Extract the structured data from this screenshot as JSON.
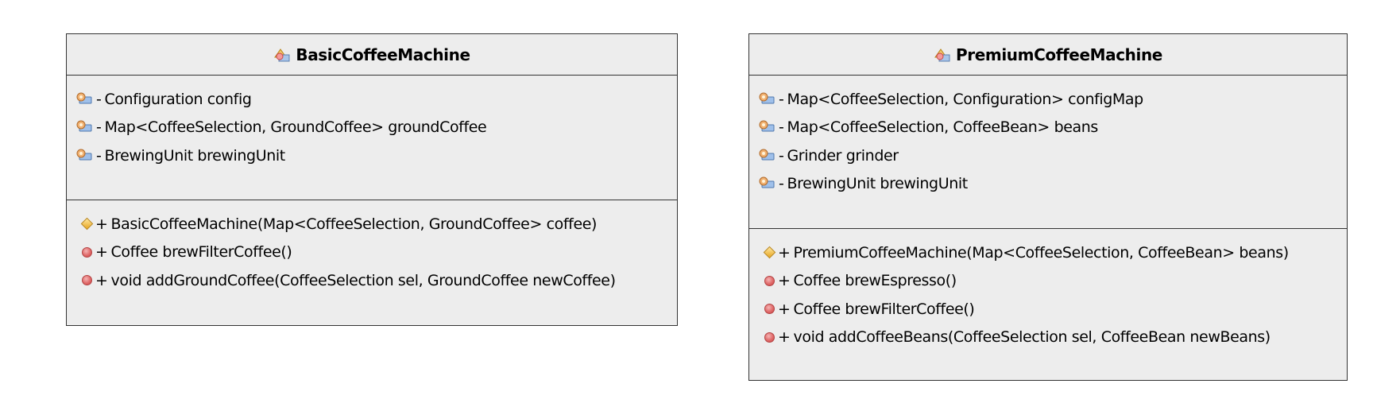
{
  "classes": {
    "basic": {
      "name": "BasicCoffeeMachine",
      "attributes": [
        {
          "visibility": "-",
          "text": "Configuration config"
        },
        {
          "visibility": "-",
          "text": "Map<CoffeeSelection, GroundCoffee> groundCoffee"
        },
        {
          "visibility": "-",
          "text": "BrewingUnit brewingUnit"
        }
      ],
      "operations": [
        {
          "visibility": "+",
          "text": "BasicCoffeeMachine(Map<CoffeeSelection, GroundCoffee> coffee)",
          "icon": "constructor-icon"
        },
        {
          "visibility": "+",
          "text": "Coffee brewFilterCoffee()",
          "icon": "method-icon"
        },
        {
          "visibility": "+",
          "text": "void addGroundCoffee(CoffeeSelection sel, GroundCoffee newCoffee)",
          "icon": "method-icon"
        }
      ]
    },
    "premium": {
      "name": "PremiumCoffeeMachine",
      "attributes": [
        {
          "visibility": "-",
          "text": "Map<CoffeeSelection, Configuration> configMap"
        },
        {
          "visibility": "-",
          "text": "Map<CoffeeSelection, CoffeeBean> beans"
        },
        {
          "visibility": "-",
          "text": "Grinder grinder"
        },
        {
          "visibility": "-",
          "text": "BrewingUnit brewingUnit"
        }
      ],
      "operations": [
        {
          "visibility": "+",
          "text": "PremiumCoffeeMachine(Map<CoffeeSelection, CoffeeBean> beans)",
          "icon": "constructor-icon"
        },
        {
          "visibility": "+",
          "text": "Coffee brewEspresso()",
          "icon": "method-icon"
        },
        {
          "visibility": "+",
          "text": "Coffee brewFilterCoffee()",
          "icon": "method-icon"
        },
        {
          "visibility": "+",
          "text": "void addCoffeeBeans(CoffeeSelection sel, CoffeeBean newBeans)",
          "icon": "method-icon"
        }
      ]
    }
  },
  "colors": {
    "box_fill": "#ededed",
    "border": "#333333",
    "method_icon": "#e06a6a",
    "constructor_icon": "#e7a620"
  }
}
